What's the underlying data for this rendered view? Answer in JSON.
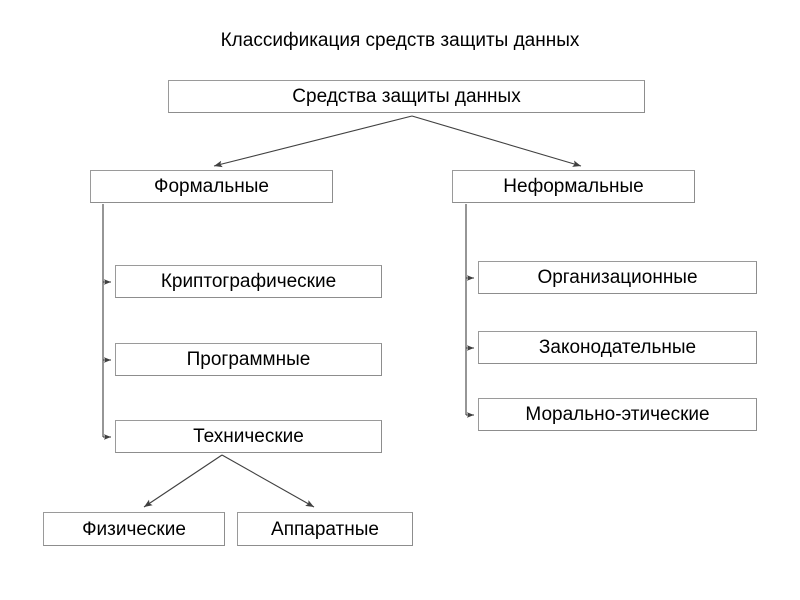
{
  "title": "Классификация средств защиты данных",
  "colors": {
    "background": "#ffffff",
    "node_border": "#9a9a9a",
    "node_fill": "#ffffff",
    "text": "#000000",
    "connector": "#404040"
  },
  "diagram": {
    "type": "tree",
    "root": {
      "id": "root",
      "label": "Средства защиты данных"
    },
    "level1": [
      {
        "id": "formal",
        "label": "Формальные"
      },
      {
        "id": "informal",
        "label": "Неформальные"
      }
    ],
    "formal_children": [
      {
        "id": "crypto",
        "label": "Криптографические"
      },
      {
        "id": "software",
        "label": "Программные"
      },
      {
        "id": "technical",
        "label": "Технические"
      }
    ],
    "informal_children": [
      {
        "id": "org",
        "label": "Организационные"
      },
      {
        "id": "legal",
        "label": "Законодательные"
      },
      {
        "id": "moral",
        "label": "Морально-этические"
      }
    ],
    "technical_children": [
      {
        "id": "physical",
        "label": "Физические"
      },
      {
        "id": "hardware",
        "label": "Аппаратные"
      }
    ]
  },
  "chart_data": {
    "type": "table",
    "title": "Классификация средств защиты данных",
    "hierarchy": [
      {
        "label": "Средства защиты данных",
        "children": [
          {
            "label": "Формальные",
            "children": [
              {
                "label": "Криптографические"
              },
              {
                "label": "Программные"
              },
              {
                "label": "Технические",
                "children": [
                  {
                    "label": "Физические"
                  },
                  {
                    "label": "Аппаратные"
                  }
                ]
              }
            ]
          },
          {
            "label": "Неформальные",
            "children": [
              {
                "label": "Организационные"
              },
              {
                "label": "Законодательные"
              },
              {
                "label": "Морально-этические"
              }
            ]
          }
        ]
      }
    ]
  }
}
